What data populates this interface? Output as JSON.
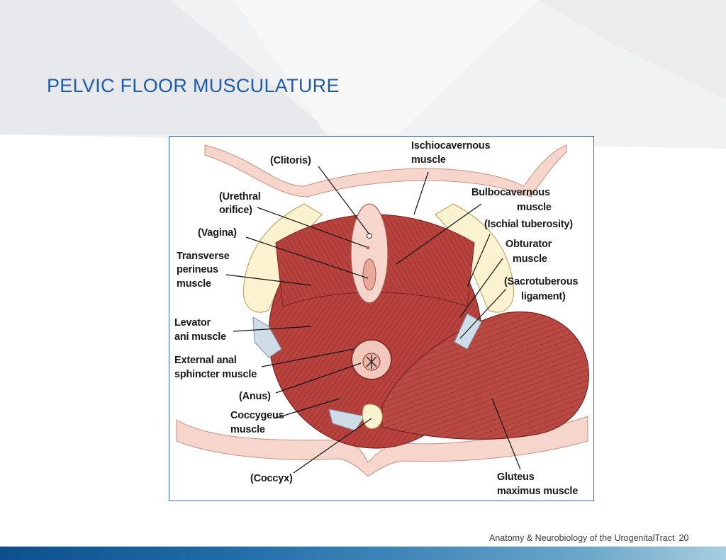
{
  "slide": {
    "title": "PELVIC FLOOR MUSCULATURE",
    "footer": "Anatomy & Neurobiology of the UrogenitalTract",
    "page_number": "20"
  },
  "figure": {
    "labels": {
      "clitoris": "(Clitoris)",
      "urethral_1": "(Urethral",
      "urethral_2": "orifice)",
      "vagina": "(Vagina)",
      "transverse_1": "Transverse",
      "transverse_2": "perineus",
      "transverse_3": "muscle",
      "levator_1": "Levator",
      "levator_2": "ani muscle",
      "external_1": "External anal",
      "external_2": "sphincter muscle",
      "anus": "(Anus)",
      "coccygeus_1": "Coccygeus",
      "coccygeus_2": "muscle",
      "coccyx": "(Coccyx)",
      "ischio_1": "Ischiocavernous",
      "ischio_2": "muscle",
      "bulbo_1": "Bulbocavernous",
      "bulbo_2": "muscle",
      "ischial": "(Ischial tuberosity)",
      "obturator_1": "Obturator",
      "obturator_2": "muscle",
      "sacro_1": "(Sacrotuberous",
      "sacro_2": "ligament)",
      "gluteus_1": "Gluteus",
      "gluteus_2": "maximus muscle"
    }
  },
  "colors": {
    "title": "#1f5ba8",
    "muscle": "#b8433e",
    "skin": "#f6d6cc",
    "bone": "#fbf3cf",
    "frame": "#2f6db5"
  }
}
